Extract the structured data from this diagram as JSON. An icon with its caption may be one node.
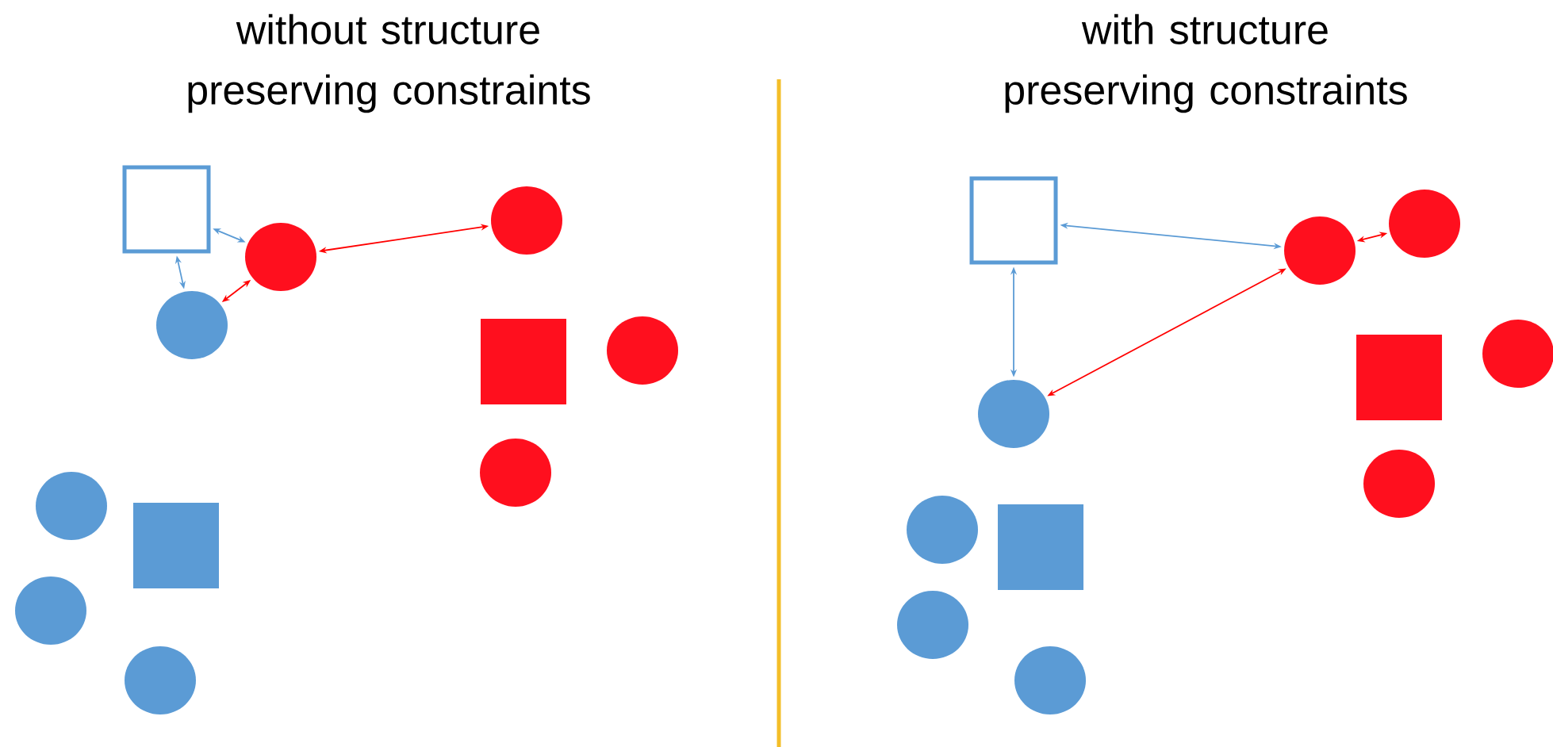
{
  "diagram": {
    "nodes": [
      {
        "text": [],
        "shape": "box"
      },
      {
        "text": [],
        "shape": "circle"
      },
      {
        "text": [],
        "shape": "circle"
      },
      {
        "text": [],
        "shape": "circle"
      },
      {
        "text": [],
        "shape": "box"
      },
      {
        "text": [],
        "shape": "circle"
      },
      {
        "text": [],
        "shape": "circle"
      },
      {
        "text": [],
        "shape": "circle"
      },
      {
        "text": [],
        "shape": "box"
      },
      {
        "text": [],
        "shape": "circle"
      },
      {
        "text": [],
        "shape": "circle"
      },
      {
        "text": [],
        "shape": "box"
      },
      {
        "text": [],
        "shape": "circle"
      },
      {
        "text": [],
        "shape": "circle"
      },
      {
        "text": [],
        "shape": "box"
      },
      {
        "text": [],
        "shape": "circle"
      },
      {
        "text": [],
        "shape": "circle"
      },
      {
        "text": [],
        "shape": "circle"
      },
      {
        "text": [],
        "shape": "circle"
      },
      {
        "text": [],
        "shape": "box"
      },
      {
        "text": [],
        "shape": "circle"
      },
      {
        "text": [],
        "shape": "circle"
      }
    ],
    "edges": [
      {
        "from": 0,
        "to": 1,
        "arrow": "both",
        "color": "#5b9bd5"
      },
      {
        "from": 0,
        "to": 3,
        "arrow": "both",
        "color": "#5b9bd5"
      },
      {
        "from": 1,
        "to": 2,
        "arrow": "both",
        "color": "#ff0000"
      },
      {
        "from": 1,
        "to": 3,
        "arrow": "both",
        "color": "#ff0000"
      },
      {
        "from": 11,
        "to": 12,
        "arrow": "both",
        "color": "#5b9bd5"
      },
      {
        "from": 11,
        "to": 16,
        "arrow": "both",
        "color": "#5b9bd5"
      },
      {
        "from": 12,
        "to": 13,
        "arrow": "both",
        "color": "#ff0000"
      },
      {
        "from": 12,
        "to": 16,
        "arrow": "both",
        "color": "#ff0000"
      }
    ],
    "labels": [
      "without structure preserving constraints",
      "with structure preserving constraints"
    ]
  }
}
